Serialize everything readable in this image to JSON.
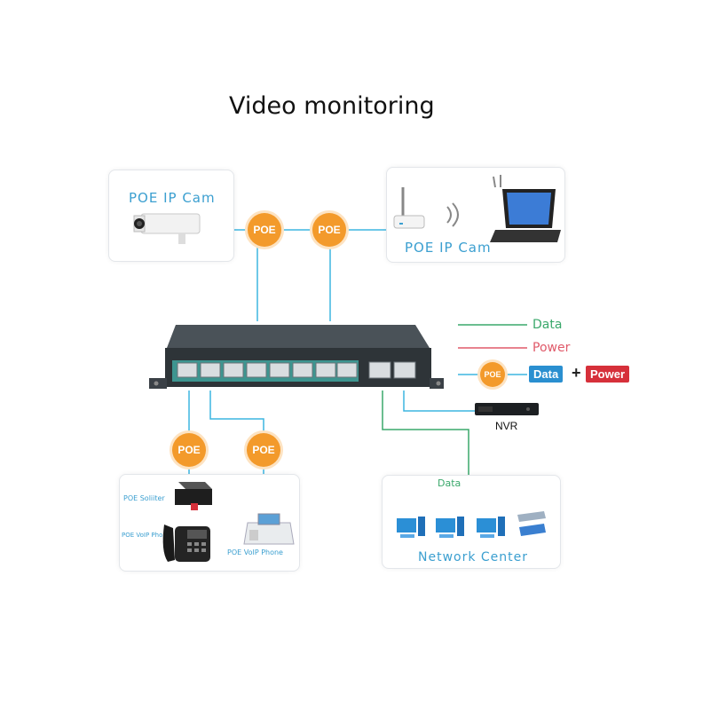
{
  "title": "Video monitoring",
  "badge": "POE",
  "top_left_box": {
    "label": "POE IP Cam"
  },
  "top_right_box": {
    "label": "POE IP Cam"
  },
  "legend": {
    "data_label": "Data",
    "power_label": "Power",
    "badge": "POE",
    "data_tag": "Data",
    "plus": "+",
    "power_tag": "Power",
    "colors": {
      "data": "#3aa86b",
      "power": "#e05a6a",
      "data_tag": "#2a8fd0",
      "power_tag": "#d6303a"
    }
  },
  "nvr": {
    "label": "NVR"
  },
  "bottom_left": {
    "splitter_label": "POE  Soliiter",
    "voip_left_label": "POE VoIP Phone",
    "voip_right_label": "POE VoIP Phone"
  },
  "network_center": {
    "data_label": "Data",
    "label": "Network Center"
  }
}
